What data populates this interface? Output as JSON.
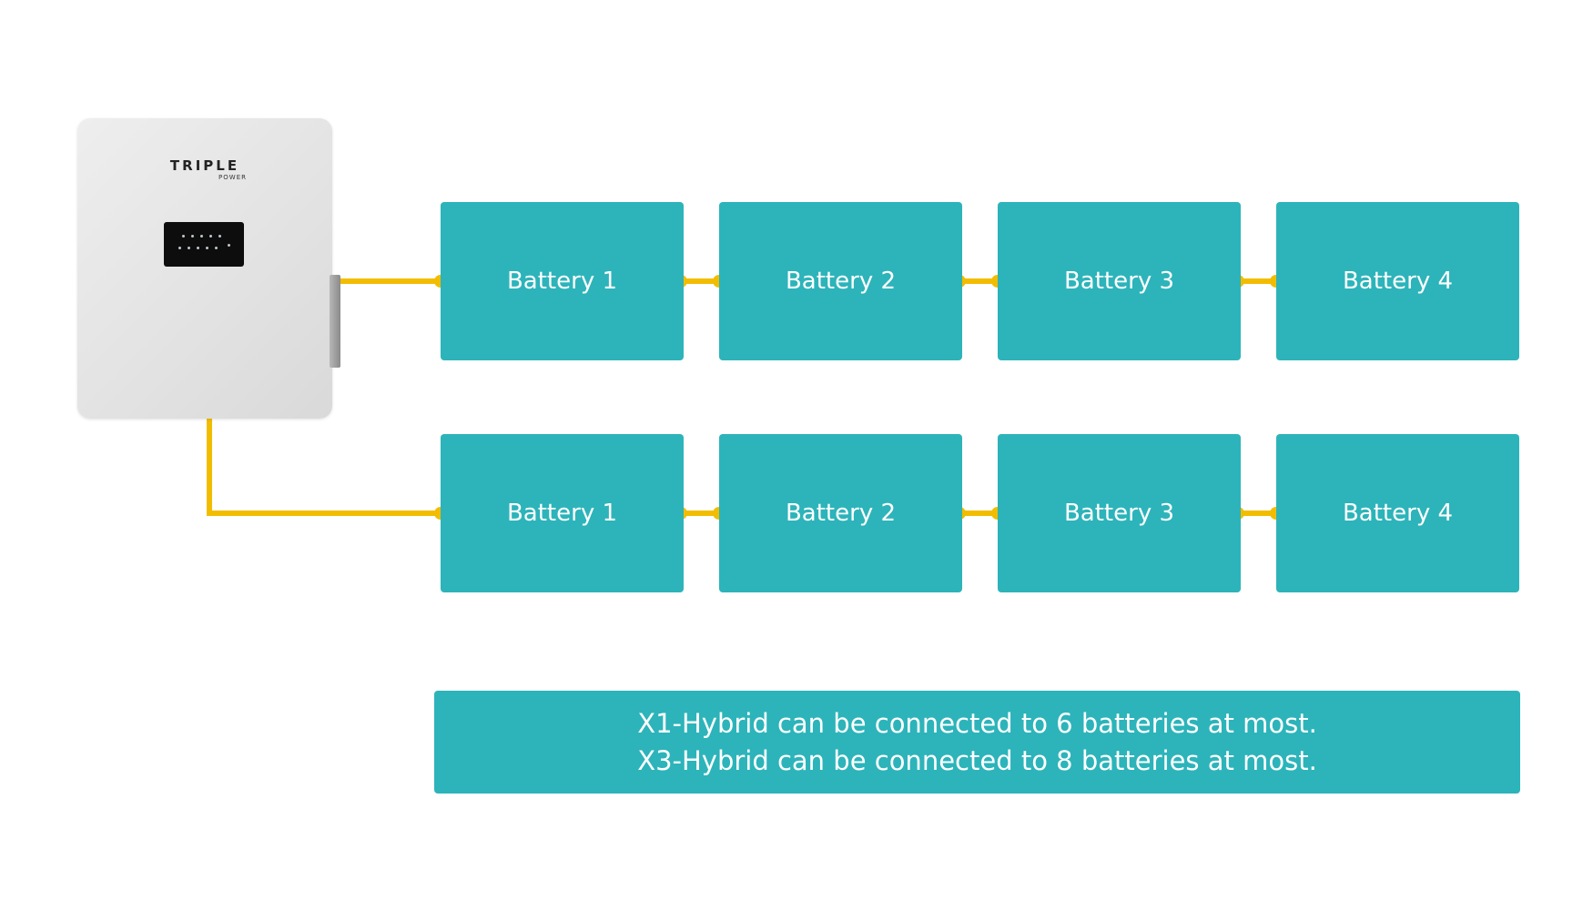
{
  "inverter": {
    "brand": "TRIPLE",
    "subbrand": "POWER"
  },
  "rows": [
    {
      "batteries": [
        "Battery 1",
        "Battery 2",
        "Battery 3",
        "Battery 4"
      ]
    },
    {
      "batteries": [
        "Battery 1",
        "Battery 2",
        "Battery 3",
        "Battery 4"
      ]
    }
  ],
  "note": {
    "line1": "X1-Hybrid can be connected to 6 batteries at most.",
    "line2": "X3-Hybrid can be connected to 8 batteries at most."
  },
  "colors": {
    "battery": "#2cb4ba",
    "cable": "#f2bd00",
    "text": "#ffffff",
    "inverter": "#e6e6e6"
  }
}
